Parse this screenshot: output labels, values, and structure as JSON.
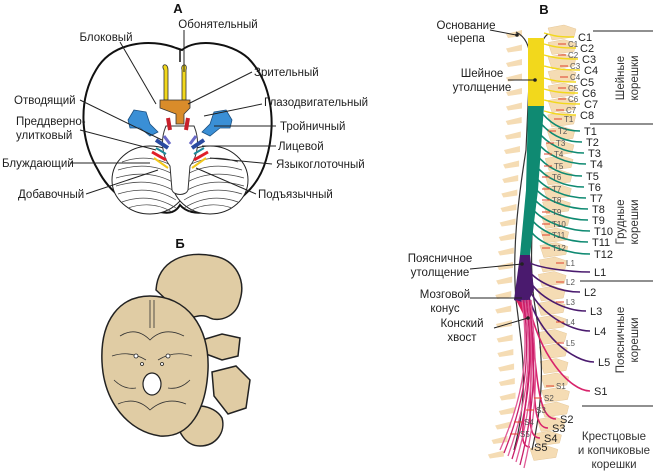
{
  "panels": {
    "a": {
      "title": "А",
      "labels": {
        "olfactory": "Обонятельный",
        "trochlear": "Блоковый",
        "optic": "Зрительный",
        "abducens": "Отводящий",
        "oculomotor": "Глазодвигательный",
        "vestibulo_1": "Преддверно-",
        "vestibulo_2": "улитковый",
        "trigeminal": "Тройничный",
        "facial": "Лицевой",
        "vagus": "Блуждающий",
        "glossopharyngeal": "Языкоглоточный",
        "accessory": "Добавочный",
        "hypoglossal": "Подъязычный"
      }
    },
    "b": {
      "title": "Б"
    },
    "c": {
      "title": "В",
      "labels": {
        "skull_base_1": "Основание",
        "skull_base_2": "черепа",
        "cervical_enl_1": "Шейное",
        "cervical_enl_2": "утолщение",
        "lumbar_enl_1": "Поясничное",
        "lumbar_enl_2": "утолщение",
        "conus_1": "Мозговой",
        "conus_2": "конус",
        "cauda_1": "Конский",
        "cauda_2": "хвост"
      },
      "groups": {
        "cervical_1": "Шейные",
        "cervical_2": "корешки",
        "thoracic_1": "Грудные",
        "thoracic_2": "корешки",
        "lumbar_1": "Поясничные",
        "lumbar_2": "корешки",
        "sacral_1": "Крестцовые",
        "sacral_2": "и копчиковые",
        "sacral_3": "корешки"
      },
      "colors": {
        "cervical": "#f2d81c",
        "thoracic": "#0f8a72",
        "lumbar": "#4a1a6e",
        "sacral": "#d8236b",
        "bone": "#f5dcb4"
      },
      "vertebra_labels": [
        "C1",
        "C2",
        "C3",
        "C4",
        "C5",
        "C6",
        "C7",
        "T1",
        "T2",
        "T3",
        "T4",
        "T5",
        "T6",
        "T7",
        "T8",
        "T9",
        "T10",
        "T11",
        "T12",
        "L1",
        "L2",
        "L3",
        "L4",
        "L5",
        "S1",
        "S2",
        "S3",
        "S4",
        "S5"
      ],
      "root_labels": [
        "C1",
        "C2",
        "C3",
        "C4",
        "C5",
        "C6",
        "C7",
        "C8",
        "T1",
        "T2",
        "T3",
        "T4",
        "T5",
        "T6",
        "T7",
        "T8",
        "T9",
        "T10",
        "T11",
        "T12",
        "L1",
        "L2",
        "L3",
        "L4",
        "L5",
        "S1",
        "S2",
        "S3",
        "S4",
        "S5"
      ]
    }
  }
}
